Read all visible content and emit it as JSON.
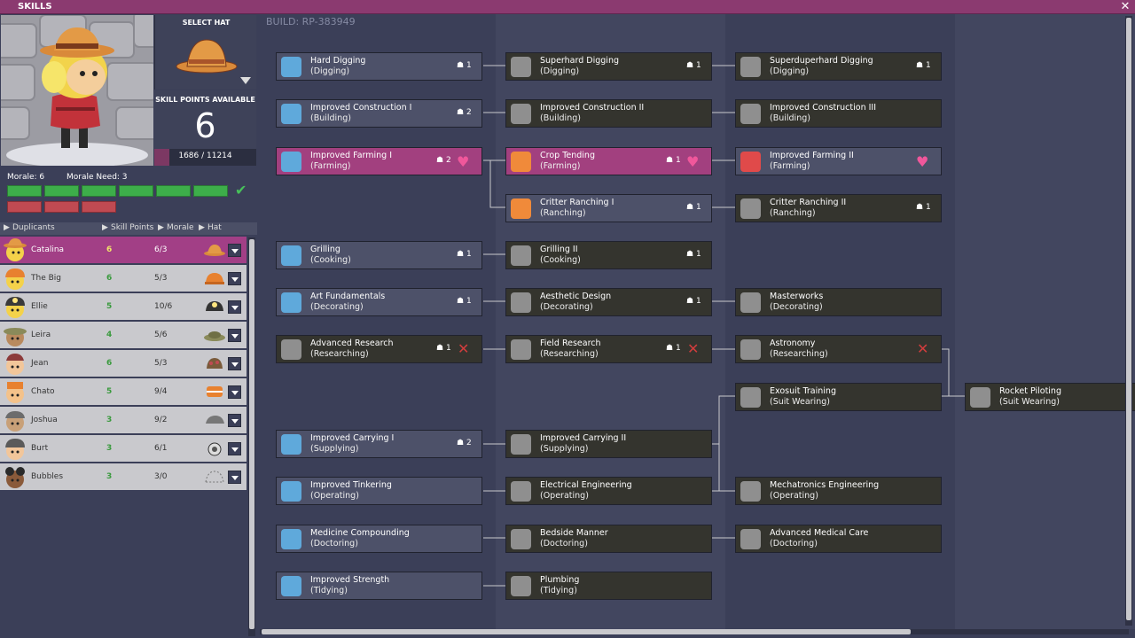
{
  "window": {
    "title": "SKILLS"
  },
  "hat_panel": {
    "label": "SELECT HAT"
  },
  "skill_points": {
    "label": "SKILL POINTS AVAILABLE",
    "value": "6"
  },
  "experience": {
    "text": "1686 / 11214",
    "fraction": 0.15
  },
  "morale": {
    "label": "Morale: 6",
    "need_label": "Morale Need: 3"
  },
  "columns": {
    "duplicants": "Duplicants",
    "skill_points": "Skill Points",
    "morale": "Morale",
    "hat": "Hat"
  },
  "duplicants": [
    {
      "name": "Catalina",
      "points": "6",
      "morale": "6/3"
    },
    {
      "name": "The Big",
      "points": "6",
      "morale": "5/3"
    },
    {
      "name": "Ellie",
      "points": "5",
      "morale": "10/6"
    },
    {
      "name": "Leira",
      "points": "4",
      "morale": "5/6"
    },
    {
      "name": "Jean",
      "points": "6",
      "morale": "5/3"
    },
    {
      "name": "Chato",
      "points": "5",
      "morale": "9/4"
    },
    {
      "name": "Joshua",
      "points": "3",
      "morale": "9/2"
    },
    {
      "name": "Burt",
      "points": "3",
      "morale": "6/1"
    },
    {
      "name": "Bubbles",
      "points": "3",
      "morale": "3/0"
    }
  ],
  "build": "BUILD: RP-383949",
  "colors": {
    "accent": "#a2407f",
    "title_bar": "#8b3a70",
    "morale_green": "#3dae4a",
    "morale_red": "#c04a52",
    "heart": "#f0579b"
  },
  "skills": {
    "hard_digging": {
      "name": "Hard Digging",
      "group": "(Digging)",
      "count": "1"
    },
    "superhard_digging": {
      "name": "Superhard Digging",
      "group": "(Digging)",
      "count": "1"
    },
    "superduperhard_digging": {
      "name": "Superduperhard Digging",
      "group": "(Digging)",
      "count": "1"
    },
    "construction_1": {
      "name": "Improved Construction I",
      "group": "(Building)",
      "count": "2"
    },
    "construction_2": {
      "name": "Improved Construction II",
      "group": "(Building)"
    },
    "construction_3": {
      "name": "Improved Construction III",
      "group": "(Building)"
    },
    "farming_1": {
      "name": "Improved Farming I",
      "group": "(Farming)",
      "count": "2"
    },
    "crop_tending": {
      "name": "Crop Tending",
      "group": "(Farming)",
      "count": "1"
    },
    "farming_2": {
      "name": "Improved Farming II",
      "group": "(Farming)"
    },
    "ranching_1": {
      "name": "Critter Ranching I",
      "group": "(Ranching)",
      "count": "1"
    },
    "ranching_2": {
      "name": "Critter Ranching II",
      "group": "(Ranching)",
      "count": "1"
    },
    "grilling": {
      "name": "Grilling",
      "group": "(Cooking)",
      "count": "1"
    },
    "grilling_2": {
      "name": "Grilling II",
      "group": "(Cooking)",
      "count": "1"
    },
    "art_fundamentals": {
      "name": "Art Fundamentals",
      "group": "(Decorating)",
      "count": "1"
    },
    "aesthetic_design": {
      "name": "Aesthetic Design",
      "group": "(Decorating)",
      "count": "1"
    },
    "masterworks": {
      "name": "Masterworks",
      "group": "(Decorating)"
    },
    "advanced_research": {
      "name": "Advanced Research",
      "group": "(Researching)",
      "count": "1"
    },
    "field_research": {
      "name": "Field Research",
      "group": "(Researching)",
      "count": "1"
    },
    "astronomy": {
      "name": "Astronomy",
      "group": "(Researching)"
    },
    "exosuit_training": {
      "name": "Exosuit Training",
      "group": "(Suit Wearing)"
    },
    "rocket_piloting": {
      "name": "Rocket Piloting",
      "group": "(Suit Wearing)"
    },
    "carrying_1": {
      "name": "Improved Carrying I",
      "group": "(Supplying)",
      "count": "2"
    },
    "carrying_2": {
      "name": "Improved Carrying II",
      "group": "(Supplying)"
    },
    "tinkering": {
      "name": "Improved Tinkering",
      "group": "(Operating)"
    },
    "electrical_engineering": {
      "name": "Electrical Engineering",
      "group": "(Operating)"
    },
    "mechatronics": {
      "name": "Mechatronics Engineering",
      "group": "(Operating)"
    },
    "medicine_compounding": {
      "name": "Medicine Compounding",
      "group": "(Doctoring)"
    },
    "bedside_manner": {
      "name": "Bedside Manner",
      "group": "(Doctoring)"
    },
    "advanced_medical_care": {
      "name": "Advanced Medical Care",
      "group": "(Doctoring)"
    },
    "improved_strength": {
      "name": "Improved Strength",
      "group": "(Tidying)"
    },
    "plumbing": {
      "name": "Plumbing",
      "group": "(Tidying)"
    }
  }
}
